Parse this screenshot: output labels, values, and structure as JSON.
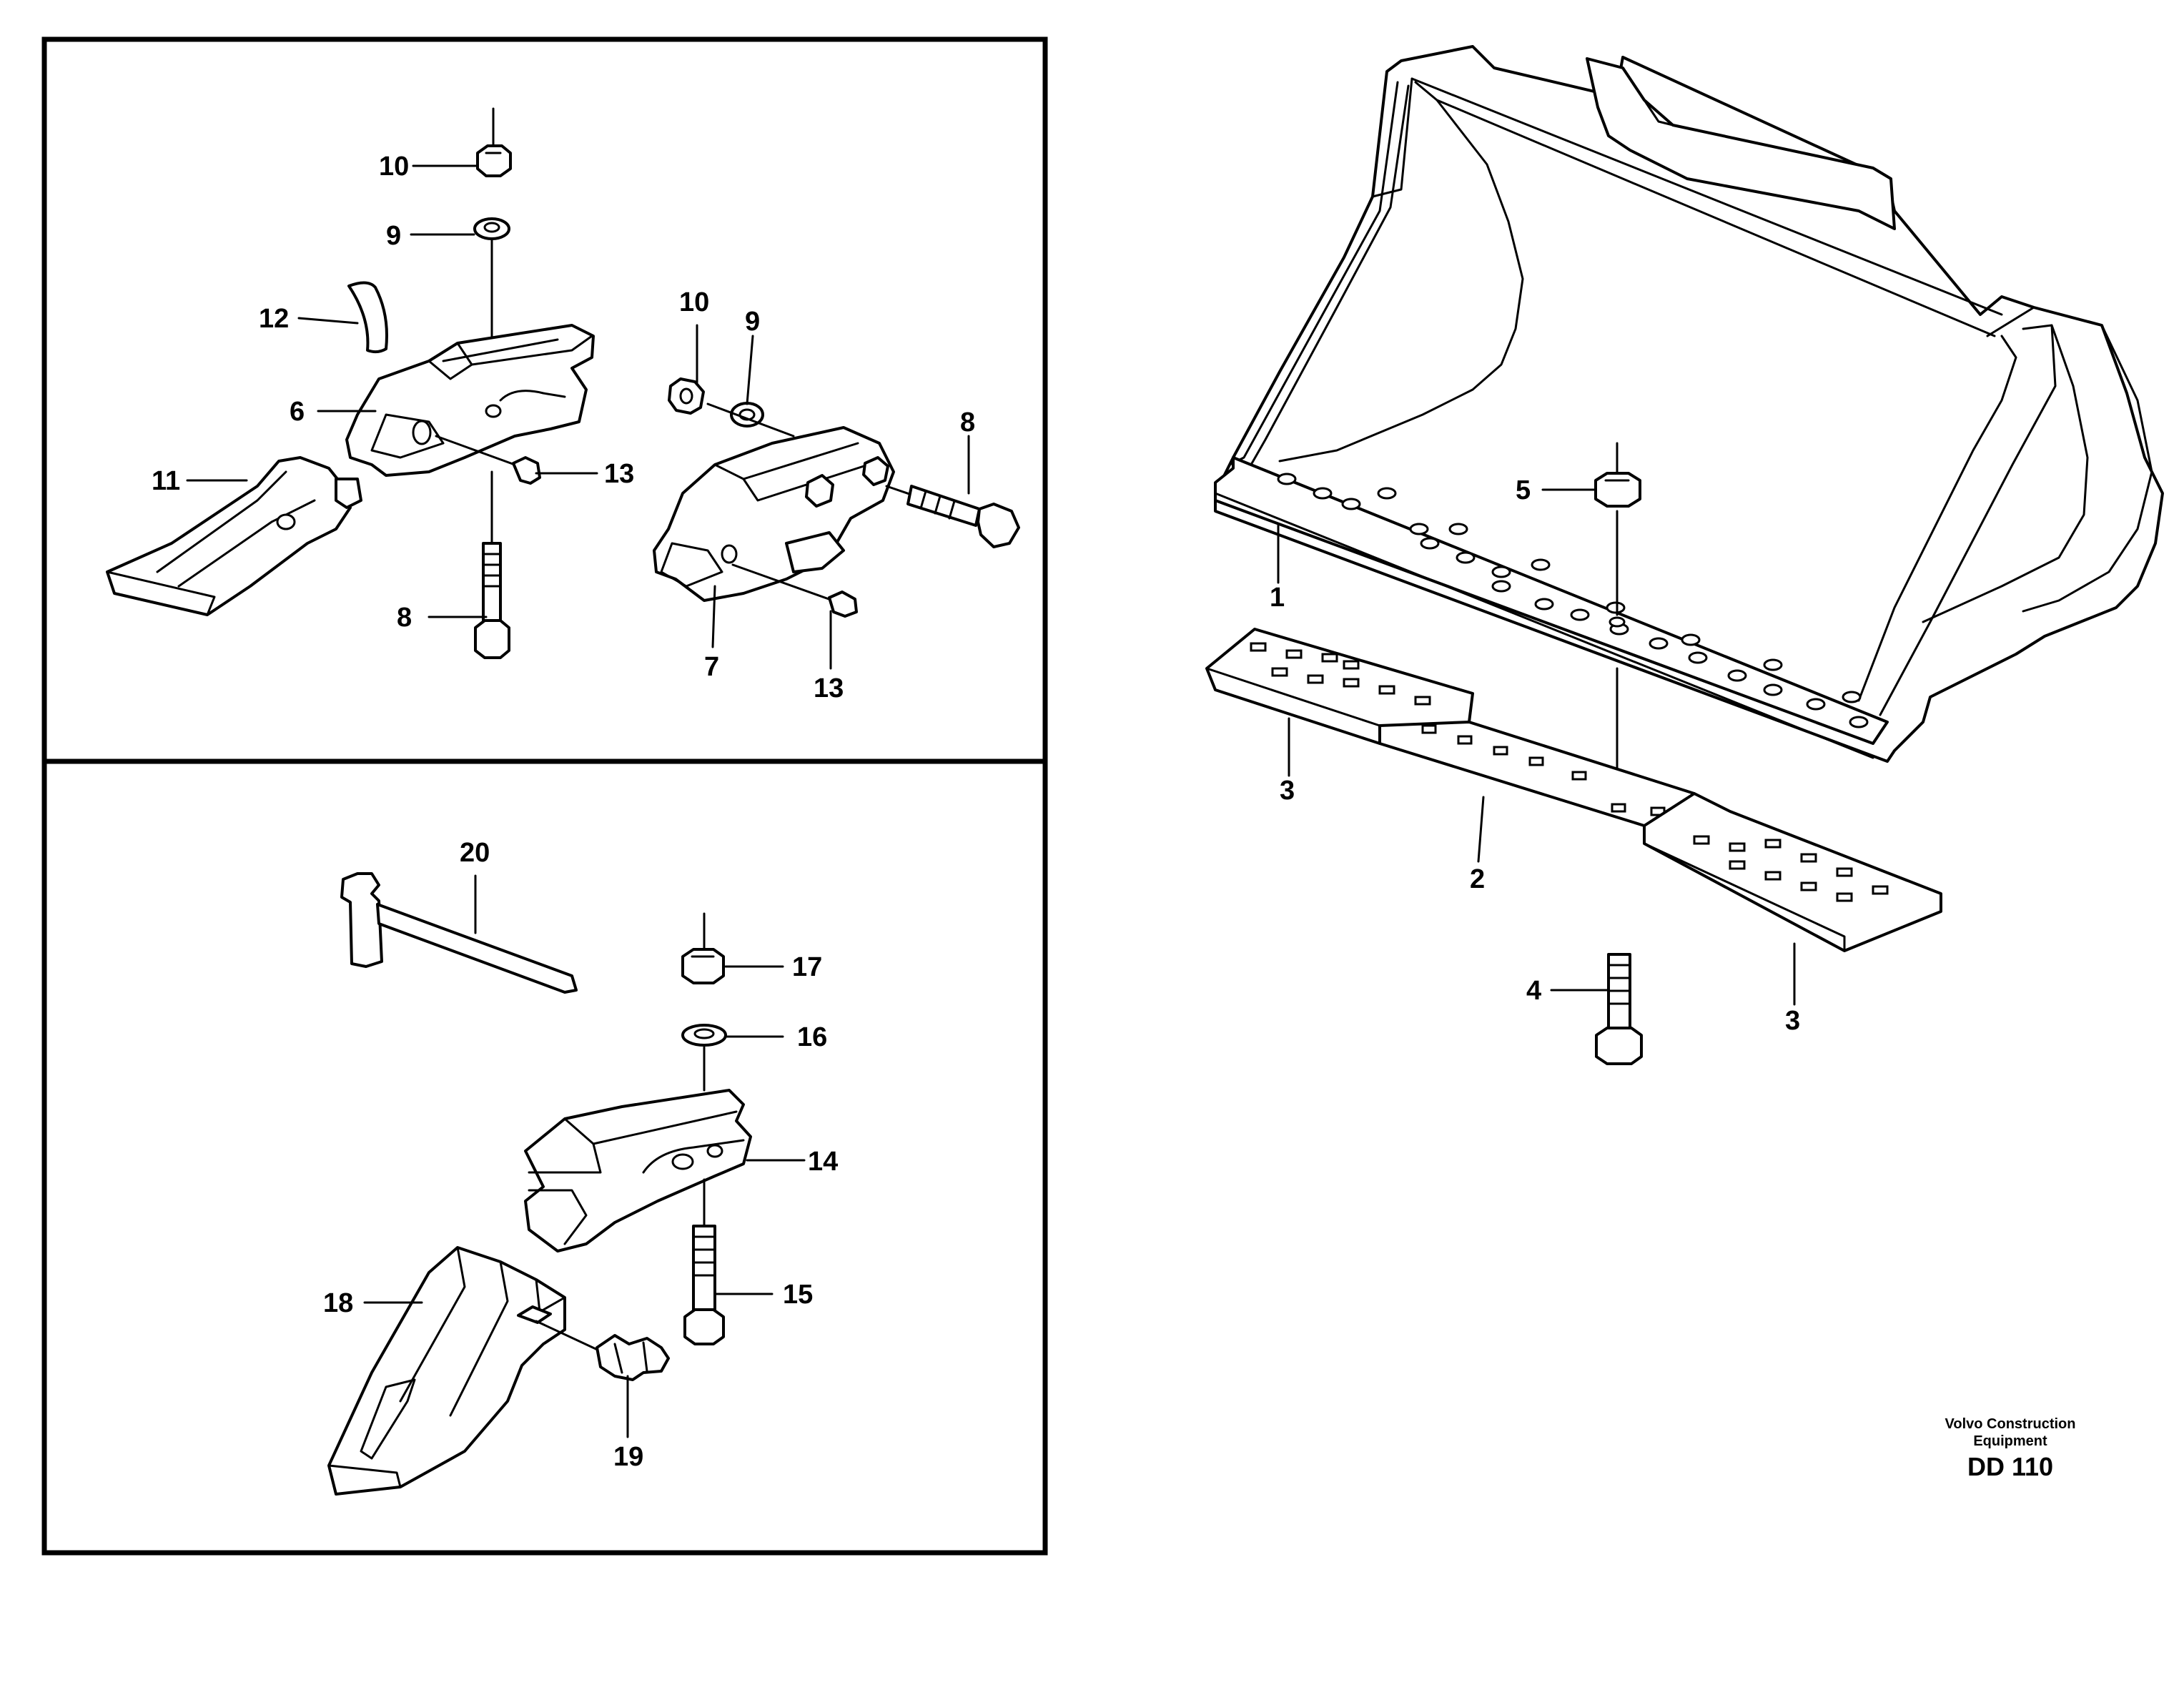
{
  "labels": {
    "l10a": "10",
    "l9a": "9",
    "l12": "12",
    "l6": "6",
    "l11": "11",
    "l8a": "8",
    "l13a": "13",
    "l10b": "10",
    "l9b": "9",
    "l8b": "8",
    "l7": "7",
    "l13b": "13",
    "l20": "20",
    "l17": "17",
    "l16": "16",
    "l14": "14",
    "l15": "15",
    "l18": "18",
    "l19": "19",
    "l1": "1",
    "l2": "2",
    "l3a": "3",
    "l3b": "3",
    "l4": "4",
    "l5": "5"
  },
  "stamp": {
    "line1": "Volvo Construction",
    "line2": "Equipment",
    "code": "DD 110"
  }
}
